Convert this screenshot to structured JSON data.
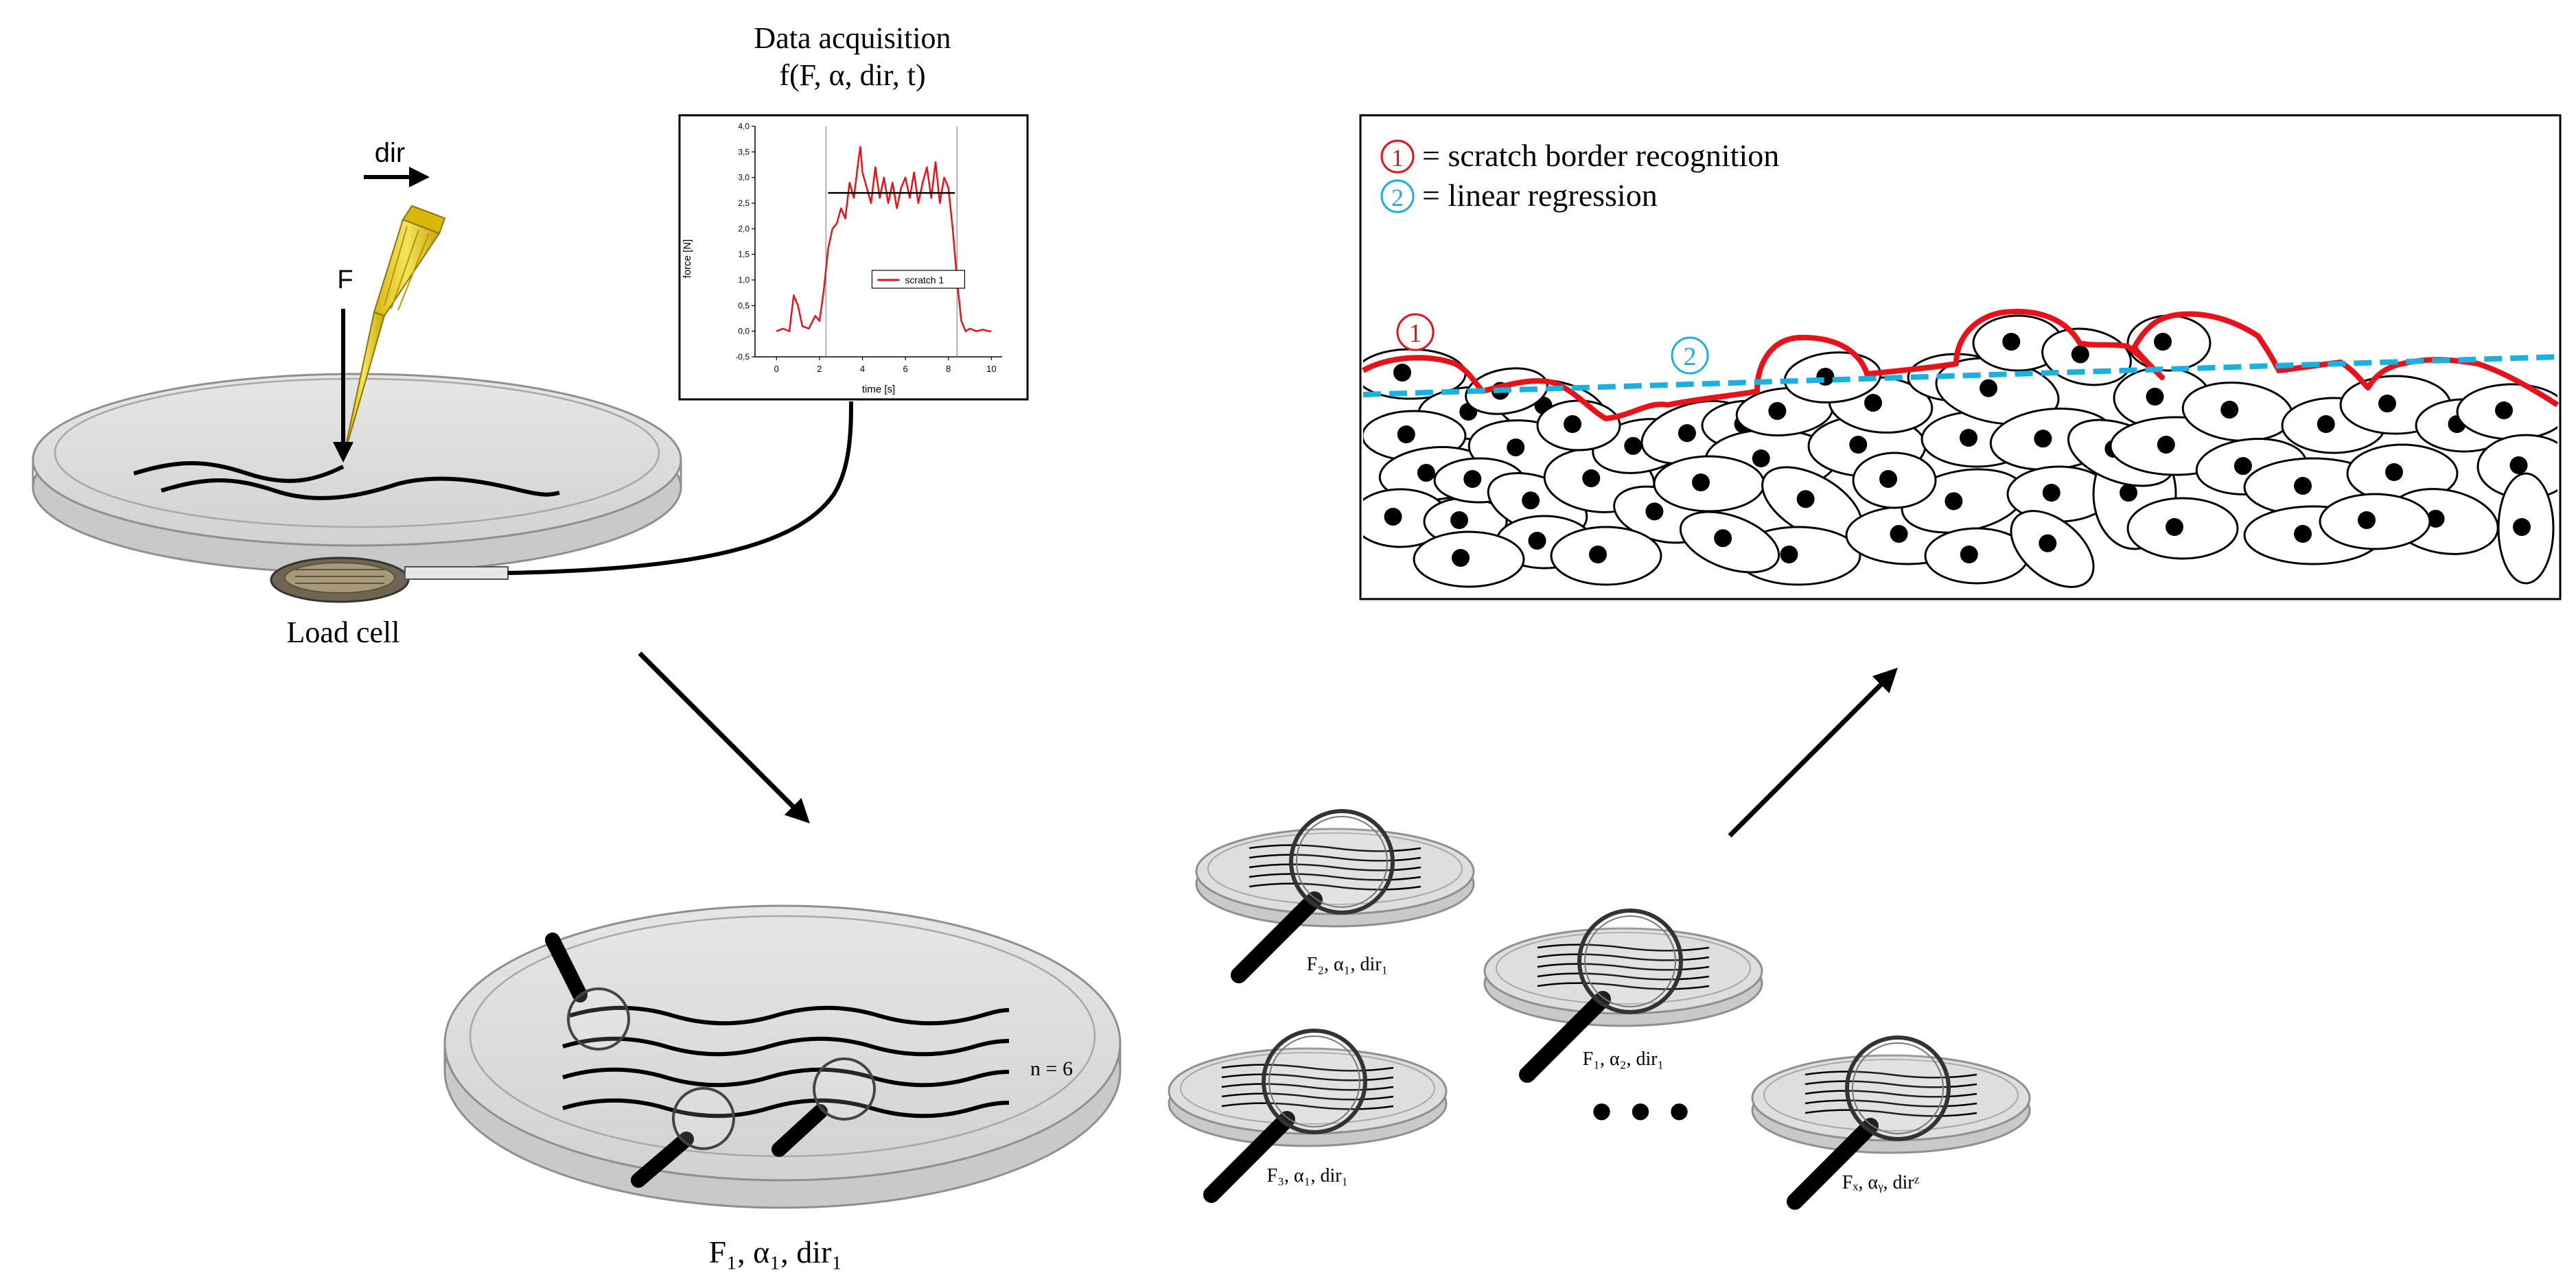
{
  "setup": {
    "dir_label": "dir",
    "force_label": "F",
    "load_cell_label": "Load cell",
    "acquisition_title": "Data acquisition",
    "acquisition_function": "f(F, α, dir, t)"
  },
  "force_chart": {
    "chart_data": {
      "type": "line",
      "title": "",
      "xlabel": "time [s]",
      "ylabel": "force [N]",
      "xlim": [
        -1,
        10.5
      ],
      "ylim": [
        -0.5,
        4.0
      ],
      "x_ticks": [
        "0",
        "2",
        "4",
        "6",
        "8",
        "10"
      ],
      "y_ticks": [
        "-0,5",
        "0,0",
        "0,5",
        "1,0",
        "1,5",
        "2,0",
        "2,5",
        "3,0",
        "3,5",
        "4,0"
      ],
      "series": [
        {
          "name": "scratch 1",
          "color": "#e8131a",
          "x": [
            0,
            0.3,
            0.6,
            0.8,
            1.0,
            1.2,
            1.5,
            1.8,
            2.0,
            2.2,
            2.4,
            2.6,
            2.8,
            3.0,
            3.2,
            3.4,
            3.6,
            3.8,
            3.9,
            4.0,
            4.2,
            4.4,
            4.6,
            4.8,
            5.0,
            5.2,
            5.4,
            5.6,
            5.8,
            6.0,
            6.2,
            6.4,
            6.6,
            6.8,
            7.0,
            7.2,
            7.4,
            7.6,
            7.8,
            8.0,
            8.2,
            8.4,
            8.6,
            8.8,
            9.0,
            9.3,
            9.6,
            9.9,
            10.0
          ],
          "y": [
            0.0,
            0.05,
            0.0,
            0.7,
            0.5,
            0.1,
            0.05,
            0.3,
            0.2,
            0.8,
            1.6,
            2.0,
            2.1,
            2.4,
            2.2,
            2.9,
            2.6,
            3.3,
            3.6,
            3.1,
            2.8,
            2.5,
            3.2,
            2.6,
            3.0,
            2.5,
            2.9,
            2.4,
            2.8,
            3.0,
            2.6,
            3.1,
            2.5,
            2.9,
            3.2,
            2.6,
            3.3,
            2.5,
            3.0,
            2.8,
            2.0,
            1.0,
            0.2,
            0.0,
            0.05,
            0.0,
            0.03,
            0.0,
            0.0
          ]
        }
      ],
      "mean_line": {
        "value": 2.7,
        "x_start": 2.4,
        "x_end": 8.3
      },
      "bounds": [
        2.3,
        8.4
      ],
      "legend_placement": "center-right"
    }
  },
  "analysis": {
    "legend_1_marker": "1",
    "legend_1_text": "= scratch border recognition",
    "legend_2_marker": "2",
    "legend_2_text": "= linear regression",
    "marker_1": "1",
    "marker_2": "2",
    "border_color": "#e8131a",
    "regression_color": "#1ab0e0"
  },
  "main_dish": {
    "caption": "F₁, α₁, dir₁",
    "n_label": "n = 6"
  },
  "small_dishes": [
    {
      "caption": "F₂, α₁, dir₁"
    },
    {
      "caption": "F₃, α₁, dir₁"
    },
    {
      "caption": "F₁, α₂, dir₁"
    },
    {
      "caption": "Fₓ, αᵧ, dirᶻ"
    }
  ],
  "ellipsis": "• • •"
}
